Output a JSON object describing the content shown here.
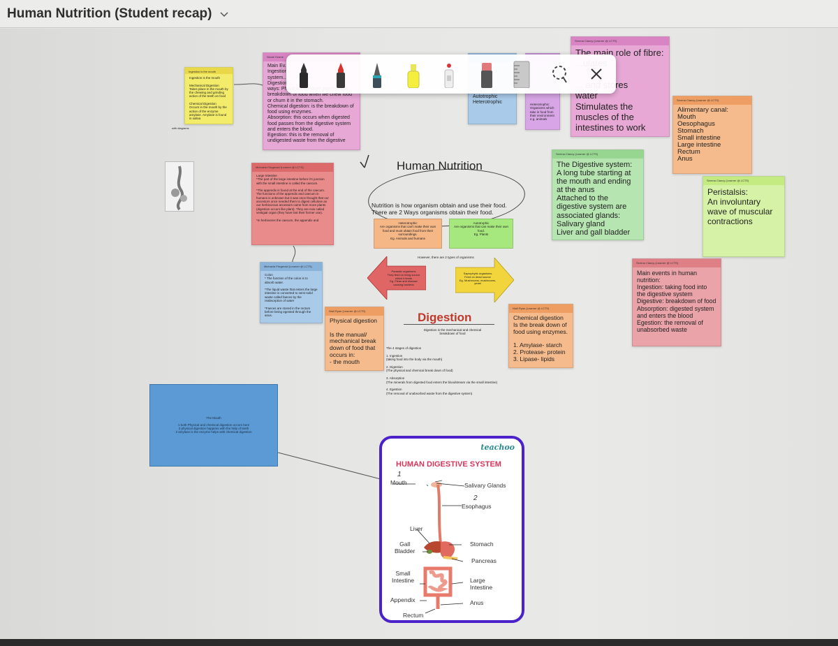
{
  "window": {
    "title": "Human Nutrition (Student recap)"
  },
  "toolbar": {
    "tools": [
      "black-pen-icon",
      "red-pen-icon",
      "teal-pen-icon",
      "highlighter-icon",
      "eraser-icon",
      "red-marker-icon",
      "ruler-icon",
      "lasso-icon"
    ],
    "close_icon": "close-icon"
  },
  "notes": {
    "yellow_small": {
      "title": "Ingestion is the mouth",
      "body": "Ingestion is the mouth\n\nMechanical Digestion\nTakes place in the mouth by the chewing and grinding action of the teeth on food\n\nChemical Digestion\nOccurs in the mouth by the action of the enzyme amylase. Amylase is found in saliva"
    },
    "pink_main": {
      "author": "Nicole Keane",
      "body": "Main Ev...\nIngestion...\nsystem...\nDigestion...\nways: Physical digestion: mechanical breakdown of food when we chew food or churn it in the stomach.\nChemical digestion: is the breakdown of food using enzymes.\nAbsorption: this occurs when digested food passes from the digestive system and enters the blood.\nEgestion: this is the removal of undigested waste from the digestive"
    },
    "blue_hetero": {
      "body": "Autotrophic\nHeterotrophic"
    },
    "purple_hetero": {
      "body": "Heterotrophic: Organisms which take in food from their environment e.g. animals"
    },
    "pink_fibre": {
      "author": "Serena Clancy (Learner @ LCTS)",
      "body": "The main role of fibre:\n...ulates\n\n... and stores\nwater\nStimulates the muscles of the intestines to work"
    },
    "orange_canal": {
      "author": "Serena Clancy (Learner @ LCTS)",
      "body": "Alimentary canal:\nMouth\nOesophagus\nStomach\nSmall intestine\nLarge intestine\nRectum\nAnus"
    },
    "red_large": {
      "author": "Michaela Fitzgerald (Learner @ LCTS)",
      "body": "Large Intestine\n*The part of the large intestine before it's junction with the small intestine is called the caecum.\n\n*The appendix is found at the end of the caecum.\nThe functions of the appendix and caecum in humans is unknown but it was once thought that our ancestors once needed them to digest cellulose as our herbivorous ancestors came from more plants (digestion occurs like plant). They are now called vestigial organ (they have lost their former use).\n\n*In herbivores the caecum, the appendix and"
    },
    "green_system": {
      "author": "Serena Clancy (Learner @ LCTS)",
      "body": "The Digestive system:\nA long tube starting at the mouth and ending at the anus\nAttached to the digestive system are associated glands:\nSalivary gland\nLiver and gall bladder"
    },
    "lime_peristalsis": {
      "author": "Serena Clancy (Learner @ LCTS)",
      "body": "Peristalsis:\nAn involuntary wave of muscular contractions"
    },
    "blue_colon": {
      "author": "Michaela Fitzgerald (Learner @ LCTS)",
      "body": "Colon\n* The function of the colon is to absorb water.\n\n*The liquid waste that enters the large intestine is converted to semi-solid waste called faeces by the reabsorption of water\n\n*Faeces are stored in the rectum before being egested through the anus."
    },
    "rose_events": {
      "author": "Serena Clancy (Learner @ LCTS)",
      "body": "Main events in human nutrition:\nIngestion: taking food into the digestive system\nDigestive: breakdown of food\nAbsorption: digested system and enters the blood\nEgestion: the removal of unabsorbed waste"
    },
    "orange_physical": {
      "author": "Niall Ryan (Learner @ LCTS)",
      "body": "Physical digestion\n\nIs the manual/ mechanical break down of food that occurs in:\n- the mouth"
    },
    "orange_chemical": {
      "author": "Niall Ryan (Learner @ LCTS)",
      "body": "Chemical digestion\nIs the break down of food using enzymes.\n\n1. Amylase- starch\n2. Protease- protein\n3. Lipase- lipids"
    }
  },
  "center": {
    "heading": "Human Nutrition",
    "intro": "Nutrition is how organism obtain and use their food.\nThere are 2 Ways organisms obtain their food.",
    "hetero_box": "Heterotrophic\nAre organisms that can't make their own food and must obtain food from their surroundings.\nEg. Animals and humans",
    "auto_box": "Autotrophic\nAre organisms that can make their own food.\nEg. Plants",
    "types_line": "However, there are 2 types of organisms",
    "arrow_left": "Parasitic organisms\nThey feed on living source which it feeds\nEg. Fleas and disease causing bacteria",
    "arrow_right": "Saprophytic organisms\nFeed on dead source\nEg. Mushrooms, mushrooms, yeast",
    "digestion_title": "Digestion",
    "digestion_sub": "Digestion is the mechanical and chemical breakdown of food",
    "stages": "The 4 stages of digestion\n\n1. Ingestion\n(taking food into the body via the mouth)\n\n2. Digestion\n(The physical and chemical break down of food)\n\n3. Absorption\n(The minerals from digested food enters the bloodstream via the small intestine)\n\n4. Egestion\n(The removal of unabsorbed waste from the digestive system)"
  },
  "blue_box": {
    "title": "The Mouth",
    "body": "1 both Physical and chemical digestion occurs here\n2 physical digestion happens with the help of teeth\n3 amylase is the enzyme helps with chemical digestion"
  },
  "thumb_label": "with diagrams",
  "diagram": {
    "brand": "teachoo",
    "title": "HUMAN DIGESTIVE SYSTEM",
    "annotations": [
      "1",
      "2"
    ],
    "labels": {
      "mouth": "Mouth",
      "salivary": "Salivary Glands",
      "esophagus": "Esophagus",
      "liver": "Liver",
      "gall": "Gall\nBladder",
      "stomach": "Stomach",
      "pancreas": "Pancreas",
      "small": "Small\nIntestine",
      "large": "Large\nIntestine",
      "appendix": "Appendix",
      "anus": "Anus",
      "rectum": "Rectum"
    }
  }
}
